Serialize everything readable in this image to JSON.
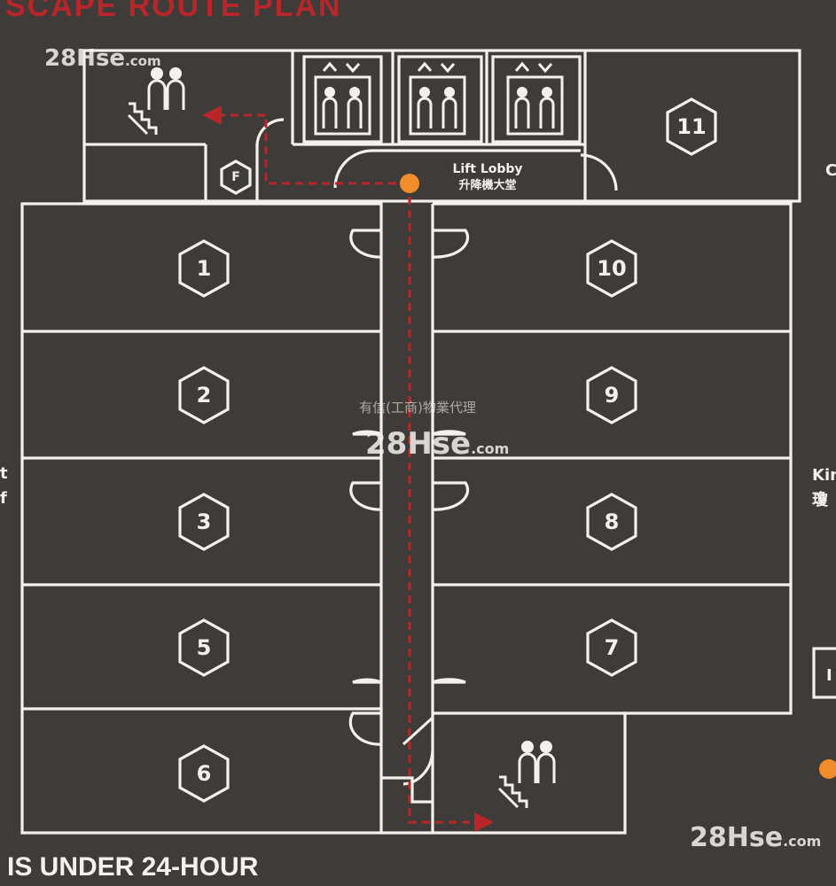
{
  "title": "SCAPE ROUTE PLAN",
  "footer": "IS UNDER 24-HOUR",
  "lift_lobby": {
    "en": "Lift Lobby",
    "zh": "升降機大堂"
  },
  "fire_label": "F",
  "units": [
    "1",
    "2",
    "3",
    "5",
    "6",
    "10",
    "9",
    "8",
    "7",
    "11"
  ],
  "watermark": {
    "brand": "28Hse",
    "domain": ".com",
    "agent": "有信(工商)物業代理"
  },
  "edge_text": {
    "right_top": "C",
    "right_mid_en": "Kin",
    "right_mid_zh": "瓊",
    "left_mid_1": "t",
    "left_mid_2": "f",
    "right_bottom": "I"
  },
  "colors": {
    "background": "#3f3b39",
    "lines": "#f4f1ec",
    "route": "#b8262a",
    "origin": "#f08c2a"
  }
}
